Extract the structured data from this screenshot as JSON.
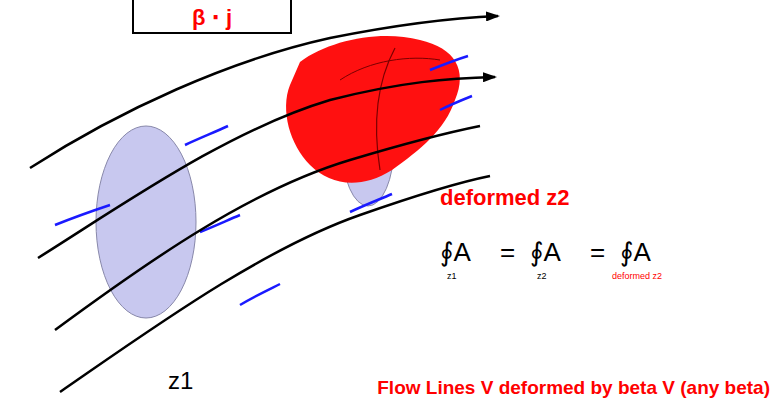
{
  "diagram": {
    "nodes": [
      {
        "text": [
          "β ⋅ j"
        ]
      }
    ],
    "labels": [
      "deformed z2",
      "∮A",
      "=",
      "∮A",
      "=",
      "∮A",
      "z1",
      "z2",
      "deformed z2",
      "z1",
      "Flow Lines V deformed by beta V (any beta)"
    ]
  }
}
